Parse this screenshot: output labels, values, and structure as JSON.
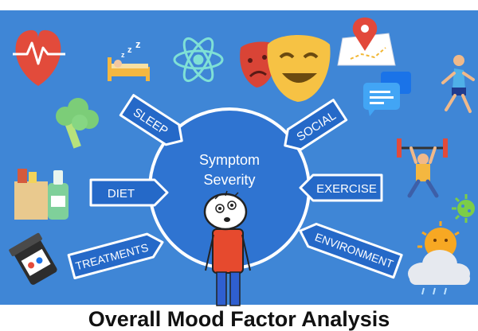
{
  "center": {
    "line1": "Symptom",
    "line2": "Severity"
  },
  "factors": [
    {
      "label": "SLEEP"
    },
    {
      "label": "DIET"
    },
    {
      "label": "TREATMENTS"
    },
    {
      "label": "SOCIAL"
    },
    {
      "label": "EXERCISE"
    },
    {
      "label": "ENVIRONMENT"
    }
  ],
  "footer": {
    "title": "Overall Mood Factor Analysis"
  },
  "colors": {
    "background": "#3f86d6",
    "circle": "#2f74d1",
    "arrow_fill": "#2569c8",
    "arrow_stroke": "#ffffff",
    "heart": "#e24b3b"
  },
  "icons": [
    "heart-pulse-icon",
    "sleep-bed-icon",
    "atom-icon",
    "theater-masks-icon",
    "map-pin-icon",
    "chat-bubbles-icon",
    "runner-icon",
    "broccoli-icon",
    "groceries-icon",
    "pill-bottle-icon",
    "weightlifter-icon",
    "virus-icon",
    "sun-cloud-rain-icon",
    "stick-figure-icon"
  ]
}
